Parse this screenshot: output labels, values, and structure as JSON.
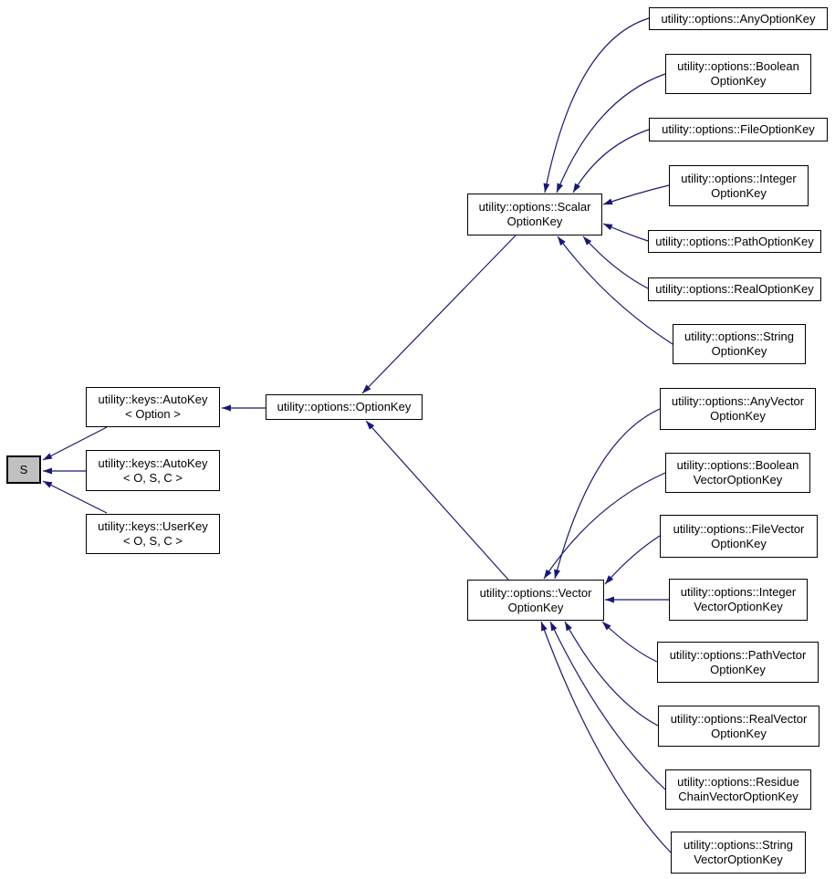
{
  "diagram": {
    "type": "class-inheritance-graph",
    "background_color": "#ffffff",
    "edge_color": "#191970",
    "node_border_color": "#000000",
    "node_fill_color": "#ffffff",
    "selected_node_fill_color": "#c0c0c0",
    "nodes": [
      {
        "id": "s",
        "selected": true,
        "lines": [
          "S"
        ]
      },
      {
        "id": "autokey-option",
        "lines": [
          "utility::keys::AutoKey",
          "< Option >"
        ]
      },
      {
        "id": "autokey-osc",
        "lines": [
          "utility::keys::AutoKey",
          "< O, S, C >"
        ]
      },
      {
        "id": "userkey-osc",
        "lines": [
          "utility::keys::UserKey",
          "< O, S, C >"
        ]
      },
      {
        "id": "optionkey",
        "lines": [
          "utility::options::OptionKey"
        ]
      },
      {
        "id": "scalar-optionkey",
        "lines": [
          "utility::options::Scalar",
          "OptionKey"
        ]
      },
      {
        "id": "vector-optionkey",
        "lines": [
          "utility::options::Vector",
          "OptionKey"
        ]
      },
      {
        "id": "any-optionkey",
        "lines": [
          "utility::options::AnyOptionKey"
        ]
      },
      {
        "id": "boolean-optionkey",
        "lines": [
          "utility::options::Boolean",
          "OptionKey"
        ]
      },
      {
        "id": "file-optionkey",
        "lines": [
          "utility::options::FileOptionKey"
        ]
      },
      {
        "id": "integer-optionkey",
        "lines": [
          "utility::options::Integer",
          "OptionKey"
        ]
      },
      {
        "id": "path-optionkey",
        "lines": [
          "utility::options::PathOptionKey"
        ]
      },
      {
        "id": "real-optionkey",
        "lines": [
          "utility::options::RealOptionKey"
        ]
      },
      {
        "id": "string-optionkey",
        "lines": [
          "utility::options::String",
          "OptionKey"
        ]
      },
      {
        "id": "anyvector-optionkey",
        "lines": [
          "utility::options::AnyVector",
          "OptionKey"
        ]
      },
      {
        "id": "booleanvector-optionkey",
        "lines": [
          "utility::options::Boolean",
          "VectorOptionKey"
        ]
      },
      {
        "id": "filevector-optionkey",
        "lines": [
          "utility::options::FileVector",
          "OptionKey"
        ]
      },
      {
        "id": "integervector-optionkey",
        "lines": [
          "utility::options::Integer",
          "VectorOptionKey"
        ]
      },
      {
        "id": "pathvector-optionkey",
        "lines": [
          "utility::options::PathVector",
          "OptionKey"
        ]
      },
      {
        "id": "realvector-optionkey",
        "lines": [
          "utility::options::RealVector",
          "OptionKey"
        ]
      },
      {
        "id": "residuechainvector-optionkey",
        "lines": [
          "utility::options::Residue",
          "ChainVectorOptionKey"
        ]
      },
      {
        "id": "stringvector-optionkey",
        "lines": [
          "utility::options::String",
          "VectorOptionKey"
        ]
      }
    ],
    "edges": [
      {
        "from": "utility::keys::AutoKey< Option >",
        "to": "S"
      },
      {
        "from": "utility::keys::AutoKey< O, S, C >",
        "to": "S"
      },
      {
        "from": "utility::keys::UserKey< O, S, C >",
        "to": "S"
      },
      {
        "from": "utility::options::OptionKey",
        "to": "utility::keys::AutoKey< Option >"
      },
      {
        "from": "utility::options::ScalarOptionKey",
        "to": "utility::options::OptionKey"
      },
      {
        "from": "utility::options::VectorOptionKey",
        "to": "utility::options::OptionKey"
      },
      {
        "from": "utility::options::AnyOptionKey",
        "to": "utility::options::ScalarOptionKey"
      },
      {
        "from": "utility::options::BooleanOptionKey",
        "to": "utility::options::ScalarOptionKey"
      },
      {
        "from": "utility::options::FileOptionKey",
        "to": "utility::options::ScalarOptionKey"
      },
      {
        "from": "utility::options::IntegerOptionKey",
        "to": "utility::options::ScalarOptionKey"
      },
      {
        "from": "utility::options::PathOptionKey",
        "to": "utility::options::ScalarOptionKey"
      },
      {
        "from": "utility::options::RealOptionKey",
        "to": "utility::options::ScalarOptionKey"
      },
      {
        "from": "utility::options::StringOptionKey",
        "to": "utility::options::ScalarOptionKey"
      },
      {
        "from": "utility::options::AnyVectorOptionKey",
        "to": "utility::options::VectorOptionKey"
      },
      {
        "from": "utility::options::BooleanVectorOptionKey",
        "to": "utility::options::VectorOptionKey"
      },
      {
        "from": "utility::options::FileVectorOptionKey",
        "to": "utility::options::VectorOptionKey"
      },
      {
        "from": "utility::options::IntegerVectorOptionKey",
        "to": "utility::options::VectorOptionKey"
      },
      {
        "from": "utility::options::PathVectorOptionKey",
        "to": "utility::options::VectorOptionKey"
      },
      {
        "from": "utility::options::RealVectorOptionKey",
        "to": "utility::options::VectorOptionKey"
      },
      {
        "from": "utility::options::ResidueChainVectorOptionKey",
        "to": "utility::options::VectorOptionKey"
      },
      {
        "from": "utility::options::StringVectorOptionKey",
        "to": "utility::options::VectorOptionKey"
      }
    ]
  }
}
